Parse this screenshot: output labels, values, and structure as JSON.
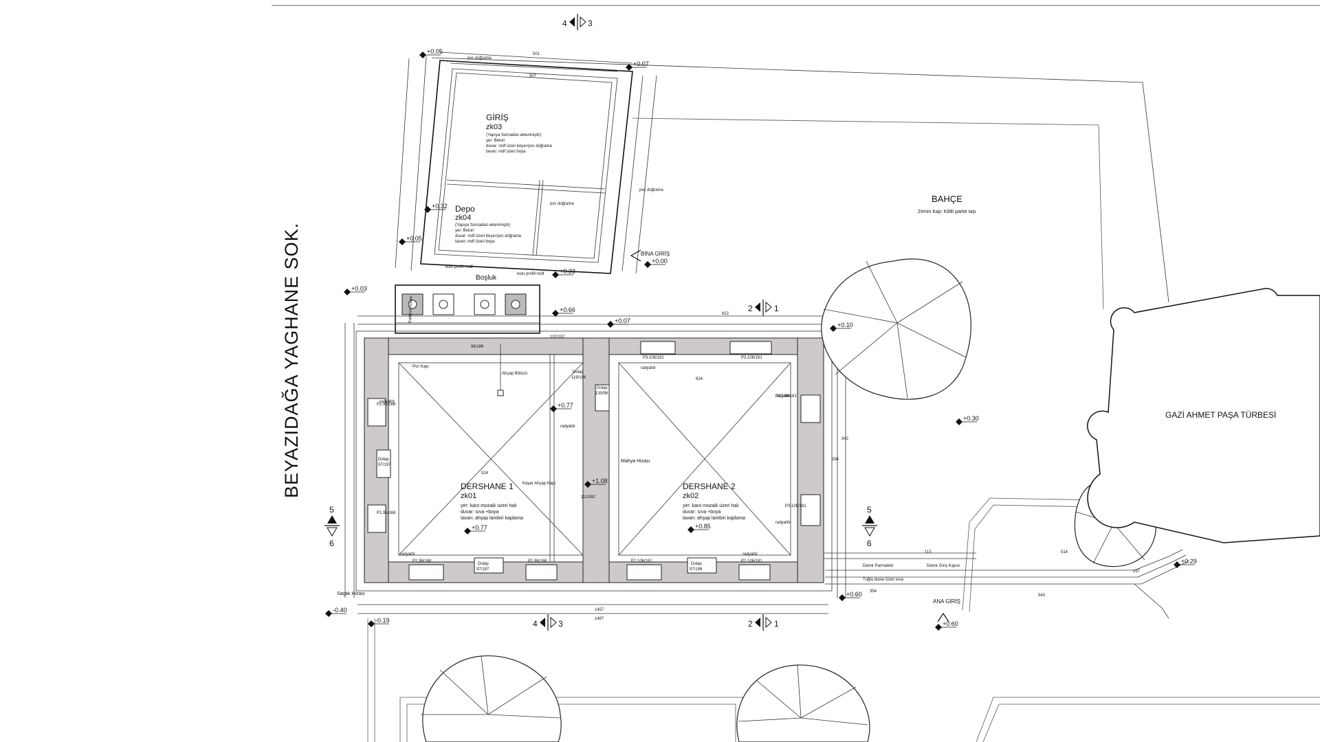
{
  "street_name": "BEYAZIDAĞA YAGHANE SOK.",
  "garden": {
    "title": "BAHÇE",
    "subtitle": "Zemin Kap: Kilitli parke taşı"
  },
  "tomb": "GAZİ AHMET PAŞA TÜRBESİ",
  "rooms": {
    "giris": {
      "title": "GİRİŞ",
      "code": "zk03",
      "notes": [
        "(Yapıya Sonradan eklenmiştir)",
        "yer: Beton",
        "duvar: mdf üzeri boya+pvc doğrama",
        "tavan: mdf üzeri boya"
      ]
    },
    "depo": {
      "title": "Depo",
      "code": "zk04",
      "notes": [
        "(Yapıya Sonradan eklenmiştir)",
        "yer: Beton",
        "duvar: mdf üzeri boya+pvc doğrama",
        "tavan: mdf üzeri boya"
      ]
    },
    "dershane1": {
      "title": "DERSHANE 1",
      "code": "zk01",
      "notes": [
        "yer: karo mozaik üzeri halı",
        "duvar: sıva +boya",
        "tavan: ahşap lambiri kaplama"
      ]
    },
    "dershane2": {
      "title": "DERSHANE 2",
      "code": "zk02",
      "notes": [
        "yer: karo mozaik üzeri halı",
        "duvar: sıva +boya",
        "tavan: ahşap lambiri kaplama"
      ]
    },
    "bosluk": "Boşluk"
  },
  "labels": {
    "bina_giris": "BİNA GİRİŞ",
    "ana_giris": "ANA GİRİŞ",
    "mahya": "Mahya Hizası",
    "sacak": "Saçak Hizası",
    "pvc_kapi": "Pvc Kapı",
    "ahsap_bolucu": "Ahşap Bölücü",
    "kayar_kapi": "Kayar Ahşap Kapı",
    "demir_parmaklik": "Demir Parmaklık",
    "demir_giris_kapisi": "Demir Giriş Kapısı",
    "tugla_duvar": "Tuğla duvar üzeri sıva",
    "pvc_dograma": "pvc doğrama",
    "kutu_profil": "kutu profil+mdf",
    "radyator": "radyatör",
    "dolap": "Dolap",
    "kaldirim": "Kaldırım hizası"
  },
  "sections": {
    "a": "4",
    "b": "3",
    "c": "2",
    "d": "1",
    "e": "5",
    "f": "6"
  },
  "elevations": {
    "e1": "+0.05",
    "e2": "+0.07",
    "e3": "+0.32",
    "e4": "+0.05",
    "e5": "+0.00",
    "e6": "+0.23",
    "e7": "+0.03",
    "e8": "+0.66",
    "e9": "+0.07",
    "e10": "+0.10",
    "e11": "+0.77",
    "e12": "+0.30",
    "e13": "+1.08",
    "e14": "+0.77",
    "e15": "+0.85",
    "e16": "-0.40",
    "e17": "-0.19",
    "e18": "+0.60",
    "e19": "+0.60",
    "e20": "+0.29"
  },
  "windows": {
    "w1": "P3.106/181",
    "w2": "P3.106/181",
    "w3": "P3.106/181",
    "w4": "P3.106/181",
    "w5": "P1.96/168",
    "w6": "P1.96/168",
    "w7": "P1.96/168",
    "w8": "P1.96/168",
    "w9": "P2.106/181",
    "w10": "P2.106/181",
    "d1": "97/197",
    "d2": "97/196",
    "d3": "97/197",
    "d4": "130/96",
    "d5": "119/196",
    "d6": "111/092",
    "d7": "107/197",
    "d8": "86/186"
  },
  "dims": {
    "top": "622",
    "top2": "501",
    "top3": "507",
    "bot": "1457",
    "bot2": "1487",
    "side": "342",
    "side2": "294",
    "mid1": "624",
    "mid2": "524",
    "r1": "514",
    "r2": "543",
    "r3": "354",
    "r4": "113",
    "r5": "197"
  }
}
